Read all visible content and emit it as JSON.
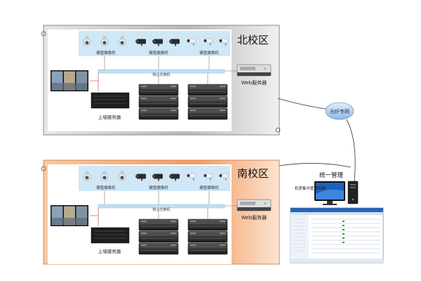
{
  "north": {
    "title": "北校区",
    "camera_groups": [
      "硬盘摄像机",
      "硬盘摄像机",
      "硬盘摄像机"
    ],
    "switch_label": "核心交换机",
    "web_server": "Web服务器",
    "storage_server": "上墙服务器"
  },
  "south": {
    "title": "南校区",
    "camera_groups": [
      "硬盘摄像机",
      "硬盘摄像机",
      "硬盘摄像机"
    ],
    "switch_label": "核心交换机",
    "web_server": "Web服务器",
    "storage_server": "上墙服务器"
  },
  "network": {
    "label": "光纤专网"
  },
  "management": {
    "title": "统一管理",
    "client_label": "机房集中管理系统"
  },
  "colors": {
    "north_panel": "#c9c9c9",
    "south_panel": "#f2a36b",
    "camera_strip": "#cfe7f7",
    "switch_bar": "#bfe0f5",
    "cloud": "#bcd8f3"
  }
}
